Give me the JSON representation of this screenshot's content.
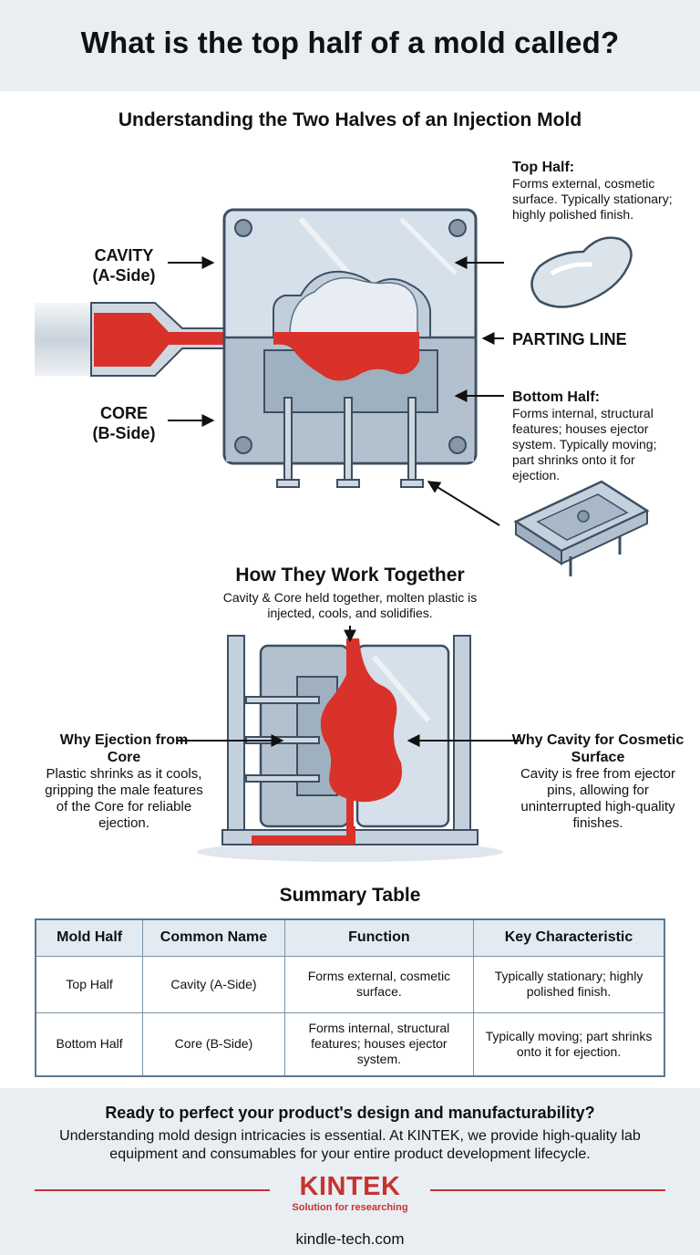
{
  "header": {
    "title": "What is the top half of a mold called?"
  },
  "subtitle": "Understanding the Two Halves of an Injection Mold",
  "diagram1": {
    "cavity_label": "CAVITY",
    "cavity_side": "(A-Side)",
    "core_label": "CORE",
    "core_side": "(B-Side)",
    "parting_line": "PARTING LINE",
    "top_half_title": "Top Half:",
    "top_half_text": "Forms external, cosmetic surface. Typically stationary; highly polished finish.",
    "bottom_half_title": "Bottom Half:",
    "bottom_half_text": "Forms internal, structural features; houses ejector system. Typically moving; part shrinks onto it for ejection."
  },
  "diagram2": {
    "title": "How They Work Together",
    "caption": "Cavity & Core held together, molten plastic is injected, cools, and solidifies.",
    "ejection_title": "Why Ejection from Core",
    "ejection_text": "Plastic shrinks as it cools, gripping the male features of the Core for reliable ejection.",
    "cosmetic_title": "Why Cavity for Cosmetic Surface",
    "cosmetic_text": "Cavity is free from ejector pins, allowing for uninterrupted high-quality finishes."
  },
  "summary": {
    "title": "Summary Table",
    "headers": [
      "Mold Half",
      "Common Name",
      "Function",
      "Key Characteristic"
    ],
    "rows": [
      [
        "Top Half",
        "Cavity (A-Side)",
        "Forms external, cosmetic surface.",
        "Typically stationary; highly polished finish."
      ],
      [
        "Bottom Half",
        "Core (B-Side)",
        "Forms internal, structural features; houses ejector system.",
        "Typically moving; part shrinks onto it for ejection."
      ]
    ]
  },
  "footer": {
    "cta_title": "Ready to perfect your product's design and manufacturability?",
    "cta_text": "Understanding mold design intricacies is essential. At KINTEK, we provide high-quality lab equipment and consumables for your entire product development lifecycle.",
    "brand": "KINTEK",
    "tagline": "Solution for researching",
    "website": "kindle-tech.com"
  },
  "colors": {
    "brand_red": "#c8322f",
    "plastic_red": "#d8322a",
    "steel_light": "#d6e0ea",
    "steel_dark": "#9fb0c1",
    "outline": "#3c4f63"
  }
}
